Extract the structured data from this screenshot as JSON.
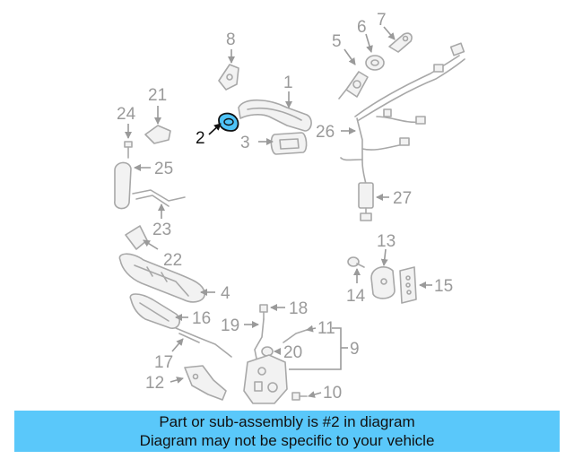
{
  "highlight_color": "#4fc3f7",
  "banner_color": "#5ac8fa",
  "callouts": {
    "c1": "1",
    "c2": "2",
    "c3": "3",
    "c4": "4",
    "c5": "5",
    "c6": "6",
    "c7": "7",
    "c8": "8",
    "c9": "9",
    "c10": "10",
    "c11": "11",
    "c12": "12",
    "c13": "13",
    "c14": "14",
    "c15": "15",
    "c16": "16",
    "c17": "17",
    "c18": "18",
    "c19": "19",
    "c20": "20",
    "c21": "21",
    "c22": "22",
    "c23": "23",
    "c24": "24",
    "c25": "25",
    "c26": "26",
    "c27": "27"
  },
  "banner": {
    "line1": "Part or sub-assembly is #2 in diagram",
    "line2": "Diagram may not be specific to your vehicle"
  }
}
